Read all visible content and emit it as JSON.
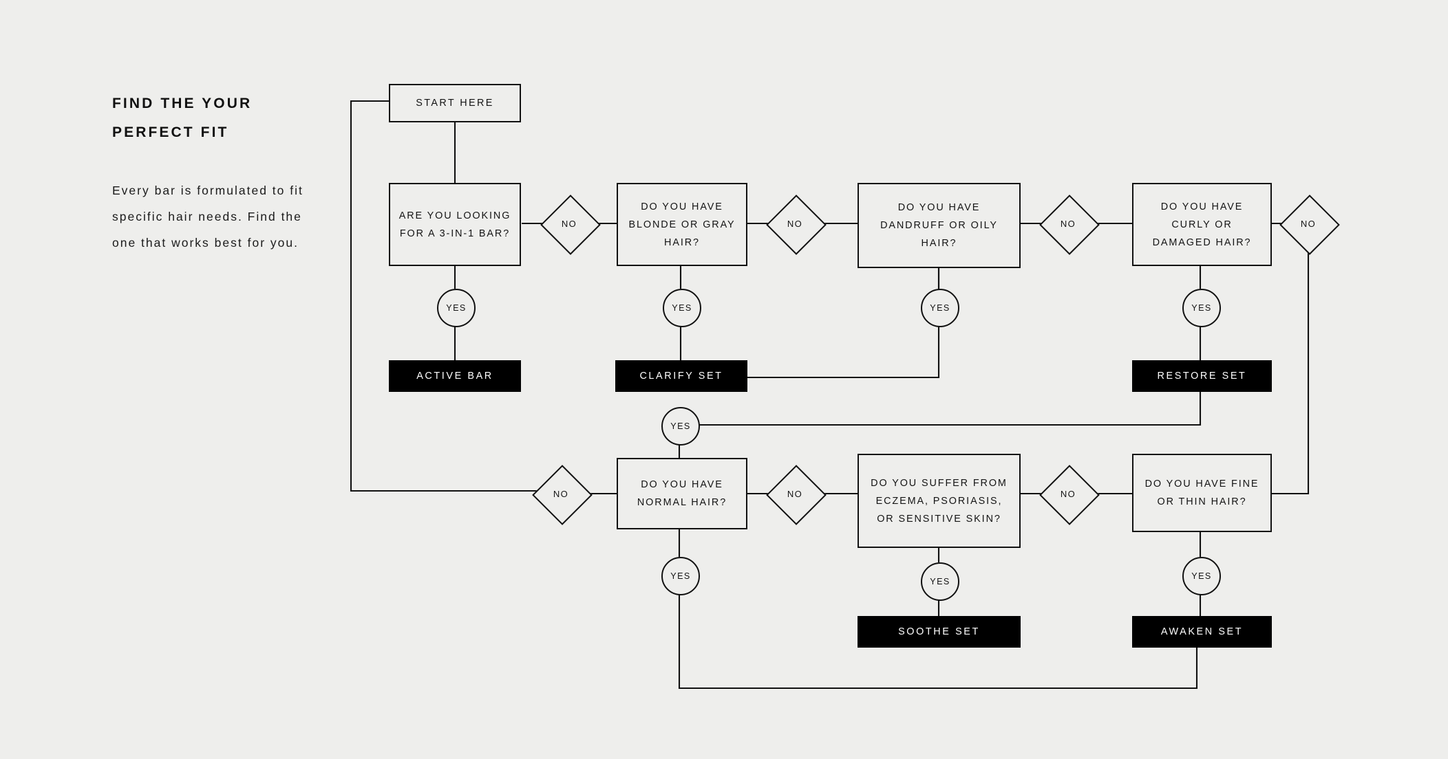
{
  "intro": {
    "heading": "Find the your perfect fit",
    "body": "Every bar is formulated to fit specific hair needs. Find the one that works best for you."
  },
  "labels": {
    "yes": "YES",
    "no": "NO"
  },
  "nodes": {
    "start": "Start here",
    "q_three_in_one": "Are you looking for a 3-in-1 bar?",
    "q_blonde_gray": "Do you have blonde or gray hair?",
    "q_dandruff_oily": "Do you have dandruff or oily hair?",
    "q_curly_damaged": "Do you have curly or damaged hair?",
    "q_normal": "Do you have normal hair?",
    "q_eczema": "Do you suffer from eczema, psoriasis, or sensitive skin?",
    "q_fine_thin": "Do you have fine or thin hair?"
  },
  "products": {
    "active_bar": "Active Bar",
    "clarify_set": "Clarify Set",
    "restore_set": "Restore Set",
    "soothe_set": "Soothe Set",
    "awaken_set": "Awaken Set"
  },
  "colors": {
    "background": "#eeeeec",
    "stroke": "#111111",
    "product_fill": "#000000",
    "product_text": "#ffffff"
  }
}
